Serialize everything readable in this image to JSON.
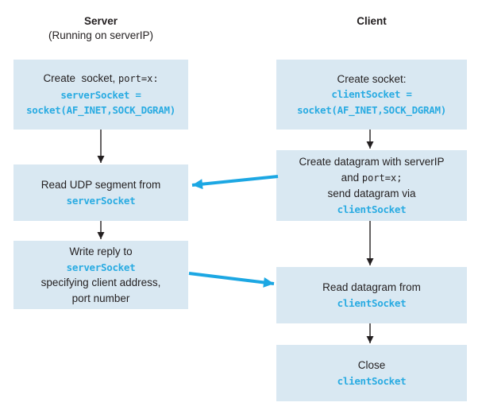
{
  "headers": {
    "server_title": "Server",
    "server_subtitle": "(Running on serverIP)",
    "client_title": "Client"
  },
  "colors": {
    "box_fill": "#d9e8f2",
    "code_blue": "#29abe2",
    "arrow_blue": "#1ca7e3",
    "text_black": "#231f20"
  },
  "boxes": {
    "server_create": {
      "line1_plain": "Create  socket, ",
      "line1_mono": "port=x:",
      "code1": "serverSocket =",
      "code2": "socket(AF_INET,SOCK_DGRAM)"
    },
    "server_read": {
      "line1": "Read UDP segment from",
      "code1": "serverSocket"
    },
    "server_write": {
      "line1": "Write reply to",
      "code1": "serverSocket",
      "line2": "specifying client address,",
      "line3": "port number"
    },
    "client_create": {
      "line1": "Create socket:",
      "code1": "clientSocket =",
      "code2": "socket(AF_INET,SOCK_DGRAM)"
    },
    "client_datagram": {
      "line1": "Create datagram with serverIP",
      "line2_plain": "and ",
      "line2_mono": "port=x;",
      "line3": "send datagram via",
      "code1": "clientSocket"
    },
    "client_read": {
      "line1": "Read datagram from",
      "code1": "clientSocket"
    },
    "client_close": {
      "line1": "Close",
      "code1": "clientSocket"
    }
  }
}
